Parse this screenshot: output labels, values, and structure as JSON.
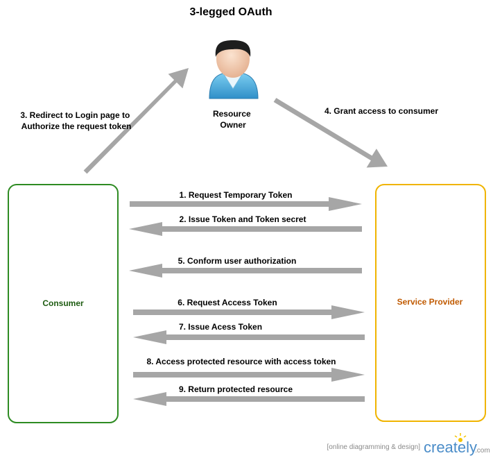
{
  "title": "3-legged OAuth",
  "actors": {
    "resource_owner": [
      "Resource",
      "Owner"
    ],
    "consumer": "Consumer",
    "service_provider": "Service Provider"
  },
  "steps": {
    "s1": "1. Request Temporary Token",
    "s2": "2. Issue Token and Token secret",
    "s3": [
      "3. Redirect to Login page to",
      "Authorize the request token"
    ],
    "s4": "4. Grant access to consumer",
    "s5": "5. Conform user authorization",
    "s6": "6. Request Access Token",
    "s7": "7. Issue Acess Token",
    "s8": "8. Access protected resource with access token",
    "s9": "9. Return protected resource"
  },
  "footer": {
    "tagline": "[online diagramming & design]",
    "brand": "creately",
    "domain": ".com"
  },
  "colors": {
    "consumer_border": "#2e8b22",
    "provider_border": "#f0b400",
    "arrow": "#a6a6a6",
    "consumer_text": "#1e5c12",
    "provider_text": "#c05a00"
  },
  "icons": {
    "resource_owner": "person-icon",
    "brand": "sun-icon"
  }
}
